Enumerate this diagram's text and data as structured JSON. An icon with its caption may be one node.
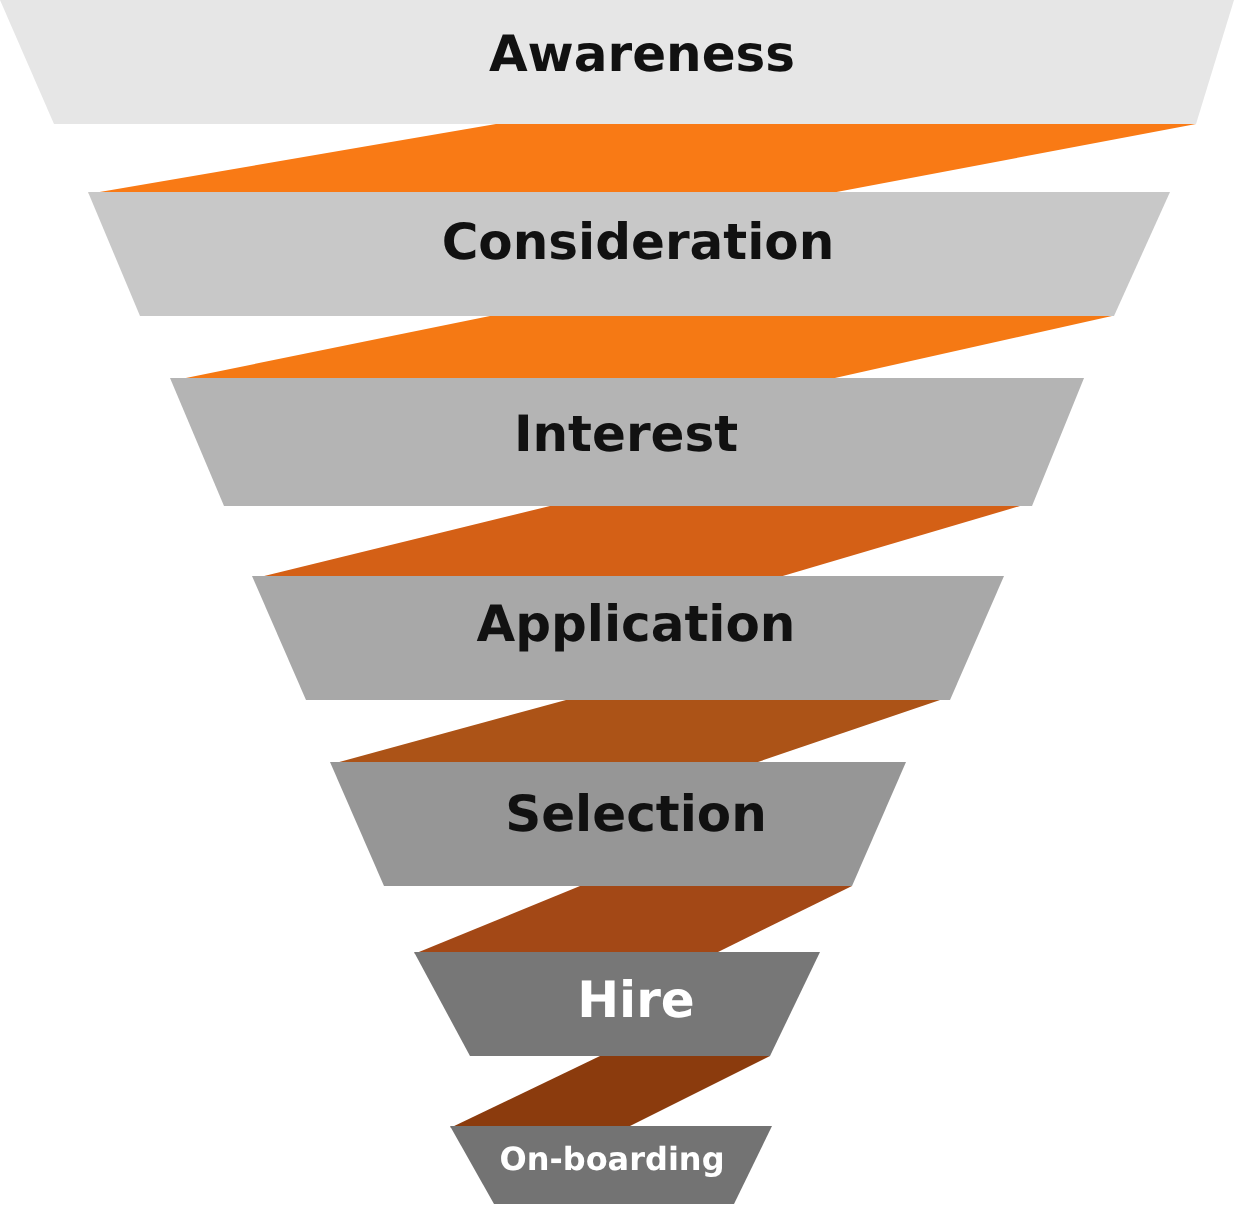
{
  "diagram": {
    "nodes": [
      {
        "text": [
          "Awareness"
        ]
      },
      {
        "text": [],
        "shape": "band"
      },
      {
        "text": [
          "Consideration"
        ]
      },
      {
        "text": [],
        "shape": "band"
      },
      {
        "text": [
          "Interest"
        ]
      },
      {
        "text": [],
        "shape": "band"
      },
      {
        "text": [
          "Application"
        ]
      },
      {
        "text": [],
        "shape": "band"
      },
      {
        "text": [
          "Selection"
        ]
      },
      {
        "text": [],
        "shape": "band"
      },
      {
        "text": [
          "Hire"
        ]
      },
      {
        "text": [],
        "shape": "band"
      },
      {
        "text": [
          "On-boarding"
        ]
      }
    ]
  }
}
